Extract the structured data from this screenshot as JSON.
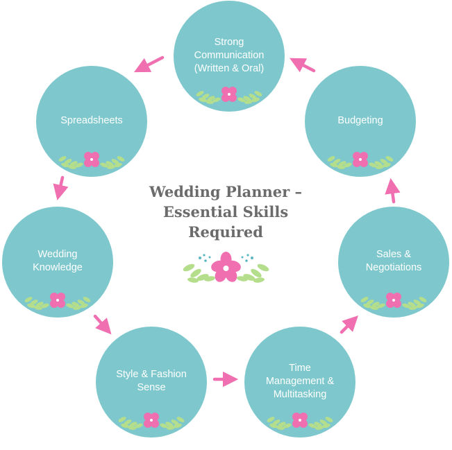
{
  "title": "Wedding Planner –\nEssential Skills\nRequired",
  "colors": {
    "circle": "#7ec8cd",
    "arrow": "#ef6fb0",
    "flower": "#ef6fb0",
    "leaf": "#b5de8c",
    "dot": "#5ab6c2",
    "title": "#6b6b6b"
  },
  "icons": {
    "arrow": "arrow-icon",
    "flower": "flower-icon",
    "leaf": "leaf-icon"
  },
  "skills": [
    {
      "label": "Strong\nCommunication\n(Written & Oral)"
    },
    {
      "label": "Spreadsheets"
    },
    {
      "label": "Wedding\nKnowledge"
    },
    {
      "label": "Style & Fashion\nSense"
    },
    {
      "label": "Time\nManagement &\nMultitasking"
    },
    {
      "label": "Sales &\nNegotiations"
    },
    {
      "label": "Budgeting"
    }
  ]
}
